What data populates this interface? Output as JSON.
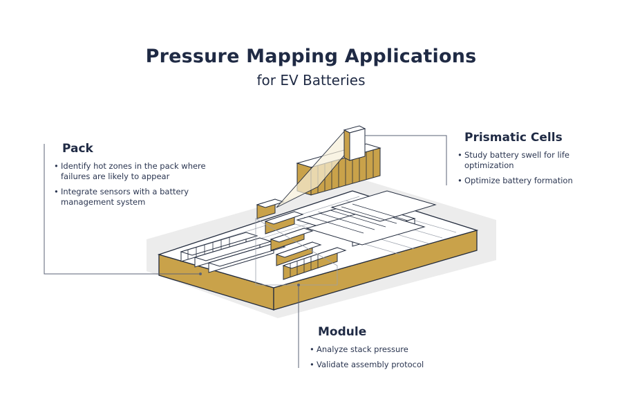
{
  "header": {
    "title": "Pressure Mapping Applications",
    "subtitle": "for EV Batteries"
  },
  "pack": {
    "heading": "Pack",
    "bullets": [
      "Identify hot zones in the pack where failures are likely to appear",
      "Integrate sensors with a battery management system"
    ]
  },
  "prismatic_cells": {
    "heading": "Prismatic Cells",
    "bullets": [
      "Study battery swell for life optimization",
      "Optimize battery formation"
    ]
  },
  "module": {
    "heading": "Module",
    "bullets": [
      "Analyze stack pressure",
      "Validate assembly protocol"
    ]
  },
  "colors": {
    "navy": "#1f2a44",
    "gold": "#c9a24a",
    "shadow": "#ebebeb",
    "outline": "#222b3d"
  }
}
